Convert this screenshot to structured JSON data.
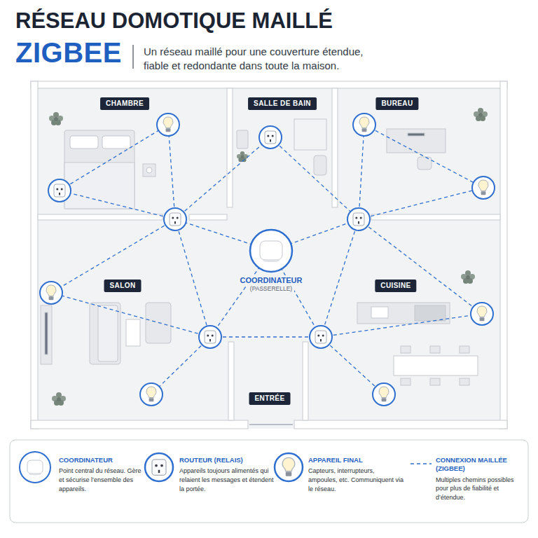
{
  "diagram": {
    "title": "RÉSEAU DOMOTIQUE MAILLÉ",
    "nodes": [
      {
        "text": [
          "CHAMBRE"
        ]
      },
      {
        "text": [
          "SALLE DE BAIN"
        ]
      },
      {
        "text": [
          "BUREAU"
        ]
      },
      {
        "text": [
          "SALON"
        ]
      },
      {
        "text": [
          "COORDINATEUR",
          "(PASSERELLE)"
        ]
      },
      {
        "text": [
          "CUISINE"
        ]
      },
      {
        "text": [
          "ENTRÉE"
        ]
      }
    ],
    "labels": [
      "ZIGBEE",
      "Un réseau maillé pour une couverture étendue, fiable et redondante dans toute la maison.",
      "Point central du réseau. Gère et sécurise l’ensemble des appareils.",
      "Appareils toujours alimentés qui relaient les messages et étendent la portée.",
      "Capteurs, interrupteurs, ampoules, etc. Communiquent via le réseau.",
      "Multiples chemins possibles pour plus de fiabilité et d’étendue."
    ],
    "legend": [
      {
        "text": "COORDINATEUR"
      },
      {
        "text": "ROUTEUR (RELAIS)"
      },
      {
        "text": "APPAREIL FINAL"
      },
      {
        "text": "CONNEXION MAILLÉE (ZIGBEE)"
      }
    ]
  }
}
